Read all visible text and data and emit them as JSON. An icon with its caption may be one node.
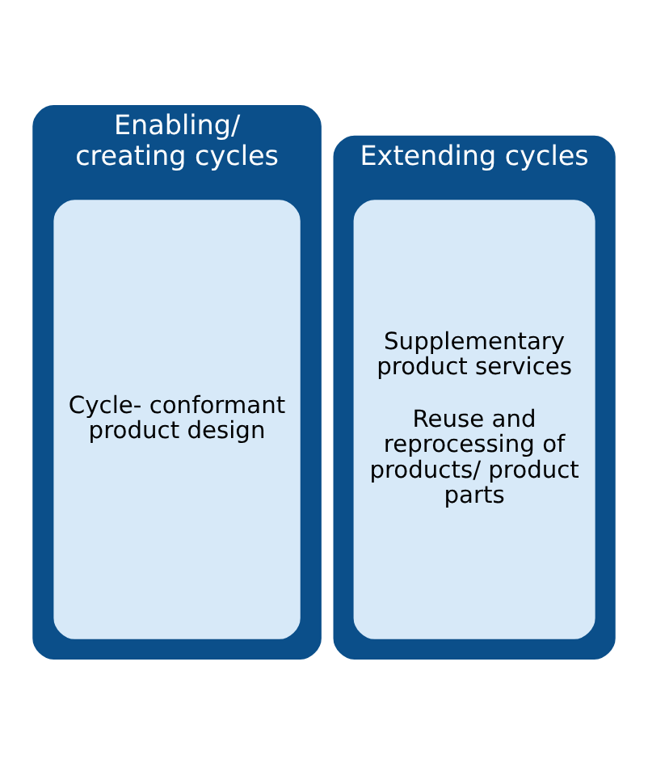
{
  "diagram": {
    "nodes": [
      {
        "text": [
          "Enabling/ creating cycles"
        ]
      },
      {
        "text": [
          "Cycle- conformant product design"
        ],
        "in": 0
      },
      {
        "text": [
          "Extending cycles"
        ]
      },
      {
        "text": [
          "Supplementary product services",
          "Reuse and reprocessing of products/ product parts"
        ],
        "in": 2
      }
    ]
  }
}
